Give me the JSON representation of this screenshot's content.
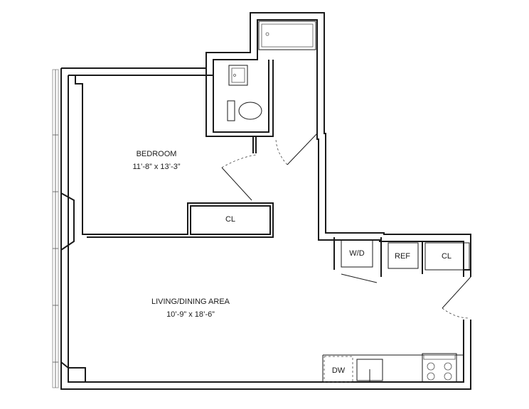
{
  "plan": {
    "rooms": {
      "bedroom": {
        "name": "BEDROOM",
        "dims": "11’-8” x 13’-3”"
      },
      "living": {
        "name": "LIVING/DINING AREA",
        "dims": "10’-9” x 18’-6”"
      }
    },
    "fixtures": {
      "closet_bedroom": "CL",
      "washer_dryer": "W/D",
      "refrigerator": "REF",
      "closet_hall": "CL",
      "dishwasher": "DW"
    }
  }
}
